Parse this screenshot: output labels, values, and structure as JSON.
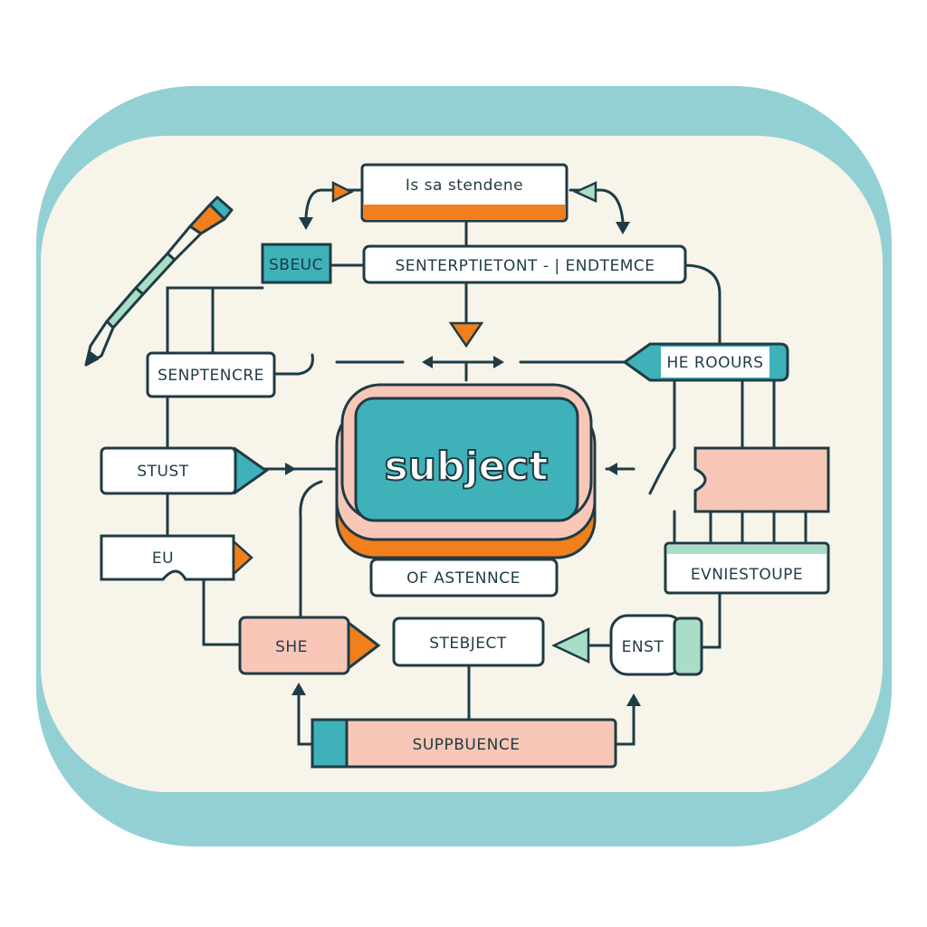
{
  "diagram": {
    "center_label": "subject",
    "top_box": "Is sa stendene",
    "banner_box": "SENTERPTIETONT - | ENDTEMCE",
    "left_small_tag": "SBEUC",
    "left_box_1": "SENPTENCRE",
    "left_box_2": "STUST",
    "left_box_3": "EU",
    "left_bottom_box": "SHE",
    "right_tag": "HE ROOURS",
    "right_box": "EVNIESTOUPE",
    "under_center_box": "OF ASTENNCE",
    "lower_center_box": "STEBJECT",
    "lower_right_box": "ENST",
    "bottom_bar": "SUPPBUENCE"
  },
  "colors": {
    "background": "#f7f4ea",
    "frame": "#92d0d3",
    "outline": "#1f3b44",
    "teal": "#3fb1b9",
    "orange": "#f07f1c",
    "pink": "#f8c7b8",
    "mint": "#a8ddc6"
  },
  "icons": [
    "pencil-icon"
  ]
}
